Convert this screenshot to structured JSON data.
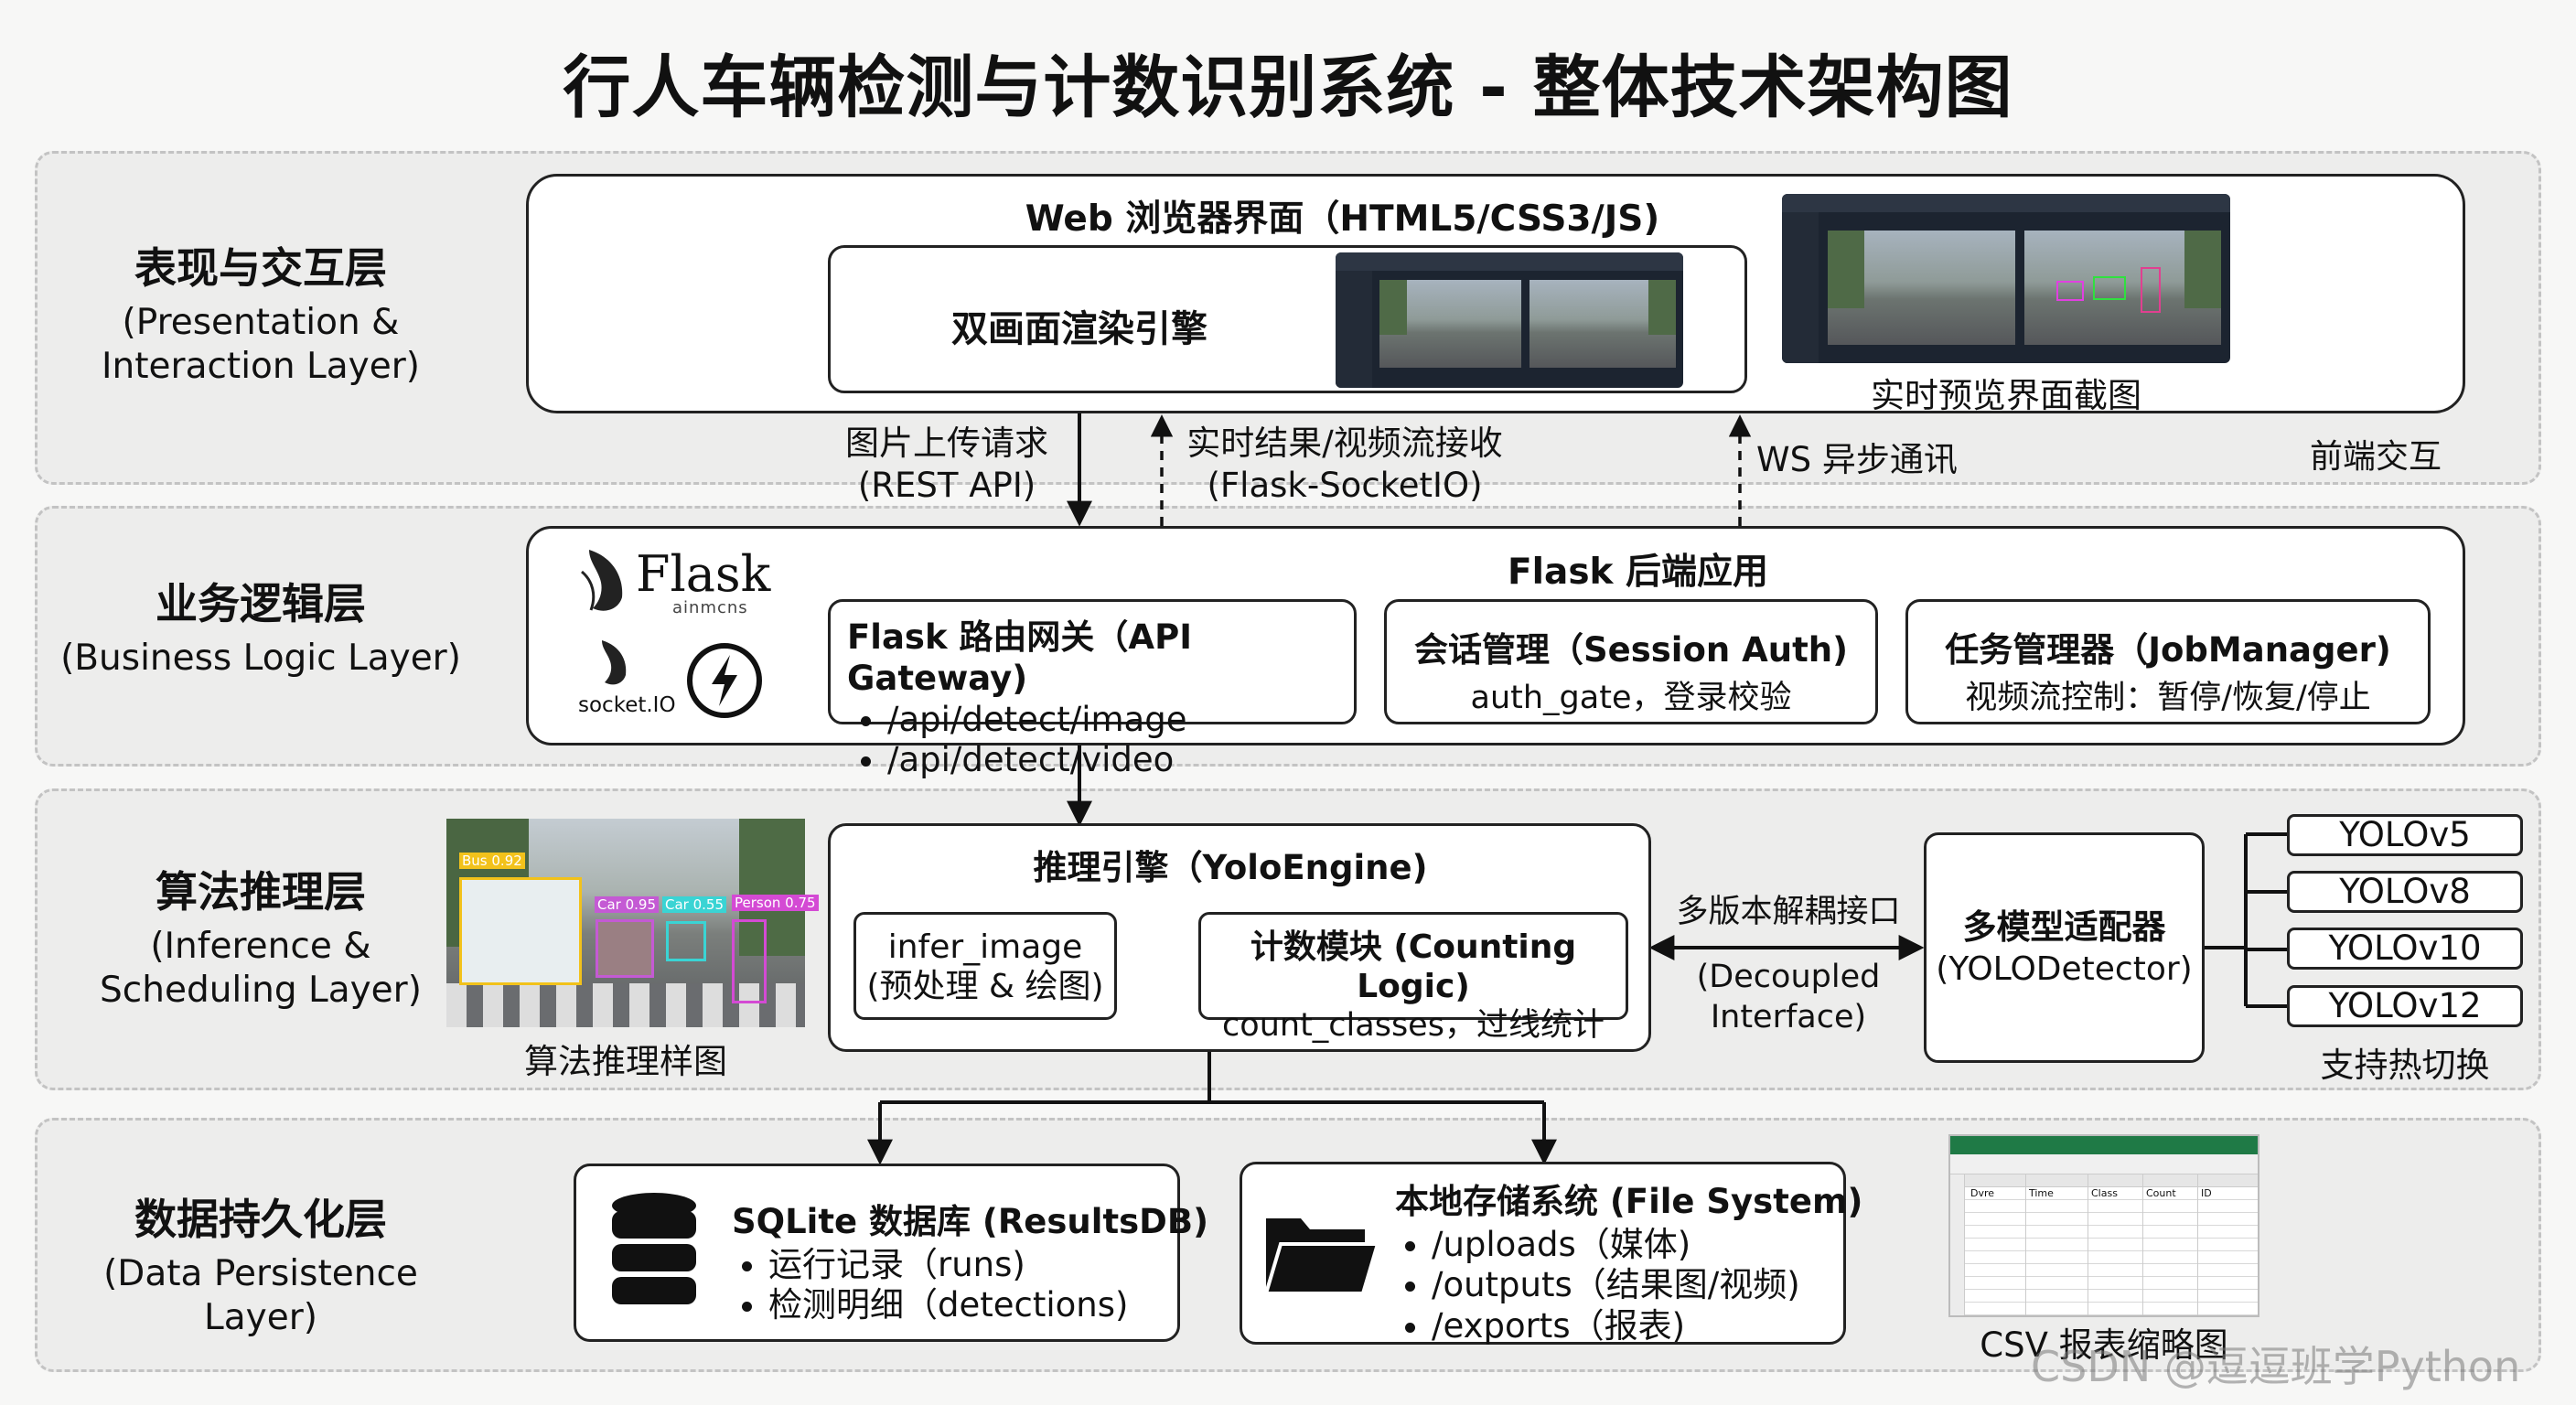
{
  "title": "行人车辆检测与计数识别系统 - 整体技术架构图",
  "layers": {
    "presentation": {
      "zh": "表现与交互层",
      "en": "(Presentation & Interaction Layer)"
    },
    "business": {
      "zh": "业务逻辑层",
      "en": "(Business Logic Layer)"
    },
    "inference": {
      "zh": "算法推理层",
      "en": "(Inference & Scheduling Layer)"
    },
    "persistence": {
      "zh": "数据持久化层",
      "en": "(Data Persistence Layer)"
    }
  },
  "presentation": {
    "browser_title": "Web 浏览器界面（HTML5/CSS3/JS)",
    "dual_render": "双画面渲染引擎",
    "preview_caption": "实时预览界面截图",
    "frontend_label": "前端交互"
  },
  "arrows": {
    "upload": {
      "zh": "图片上传请求",
      "en": "(REST API)"
    },
    "realtime": {
      "zh": "实时结果/视频流接收",
      "en": "(Flask-SocketIO)"
    },
    "ws": "WS 异步通讯",
    "decoupled": {
      "zh": "多版本解耦接口",
      "en": "(Decoupled Interface)"
    }
  },
  "business": {
    "flask_logo": "Flask",
    "flask_logo_sub": "ainmcns",
    "socketio_logo": "socket.IO",
    "app_title": "Flask 后端应用",
    "gateway": {
      "title": "Flask 路由网关（API Gateway)",
      "items": [
        "/api/detect/image",
        "/api/detect/video"
      ]
    },
    "session": {
      "title": "会话管理（Session Auth)",
      "desc": "auth_gate，登录校验"
    },
    "job": {
      "title": "任务管理器（JobManager)",
      "desc": "视频流控制：暂停/恢复/停止"
    }
  },
  "inference": {
    "sample_caption": "算法推理样图",
    "detections": [
      "Bus 0.92",
      "Car 0.95",
      "Car 0.55",
      "Person 0.75"
    ],
    "engine_title": "推理引擎（YoloEngine)",
    "infer": {
      "line1": "infer_image",
      "line2": "(预处理 & 绘图)"
    },
    "counting": {
      "line1": "计数模块 (Counting Logic)",
      "line2": "count_classes，过线统计"
    },
    "adapter": {
      "line1": "多模型适配器",
      "line2": "(YOLODetector)"
    },
    "versions": [
      "YOLOv5",
      "YOLOv8",
      "YOLOv10",
      "YOLOv12"
    ],
    "hot_swap": "支持热切换"
  },
  "persistence": {
    "sqlite": {
      "title": "SQLite 数据库 (ResultsDB)",
      "items": [
        "运行记录（runs)",
        "检测明细（detections)"
      ]
    },
    "fs": {
      "title": "本地存储系统 (File System)",
      "items": [
        "/uploads（媒体)",
        "/outputs（结果图/视频)",
        "/exports（报表)"
      ]
    },
    "csv_caption": "CSV 报表缩略图",
    "csv_headers": [
      "Dvre",
      "Time",
      "Class",
      "Count",
      "ID"
    ]
  },
  "watermark": "CSDN @逗逗班学Python",
  "colors": {
    "line": "#111111",
    "box_bg": "#ffffff",
    "layer_bg": "#ededec"
  }
}
